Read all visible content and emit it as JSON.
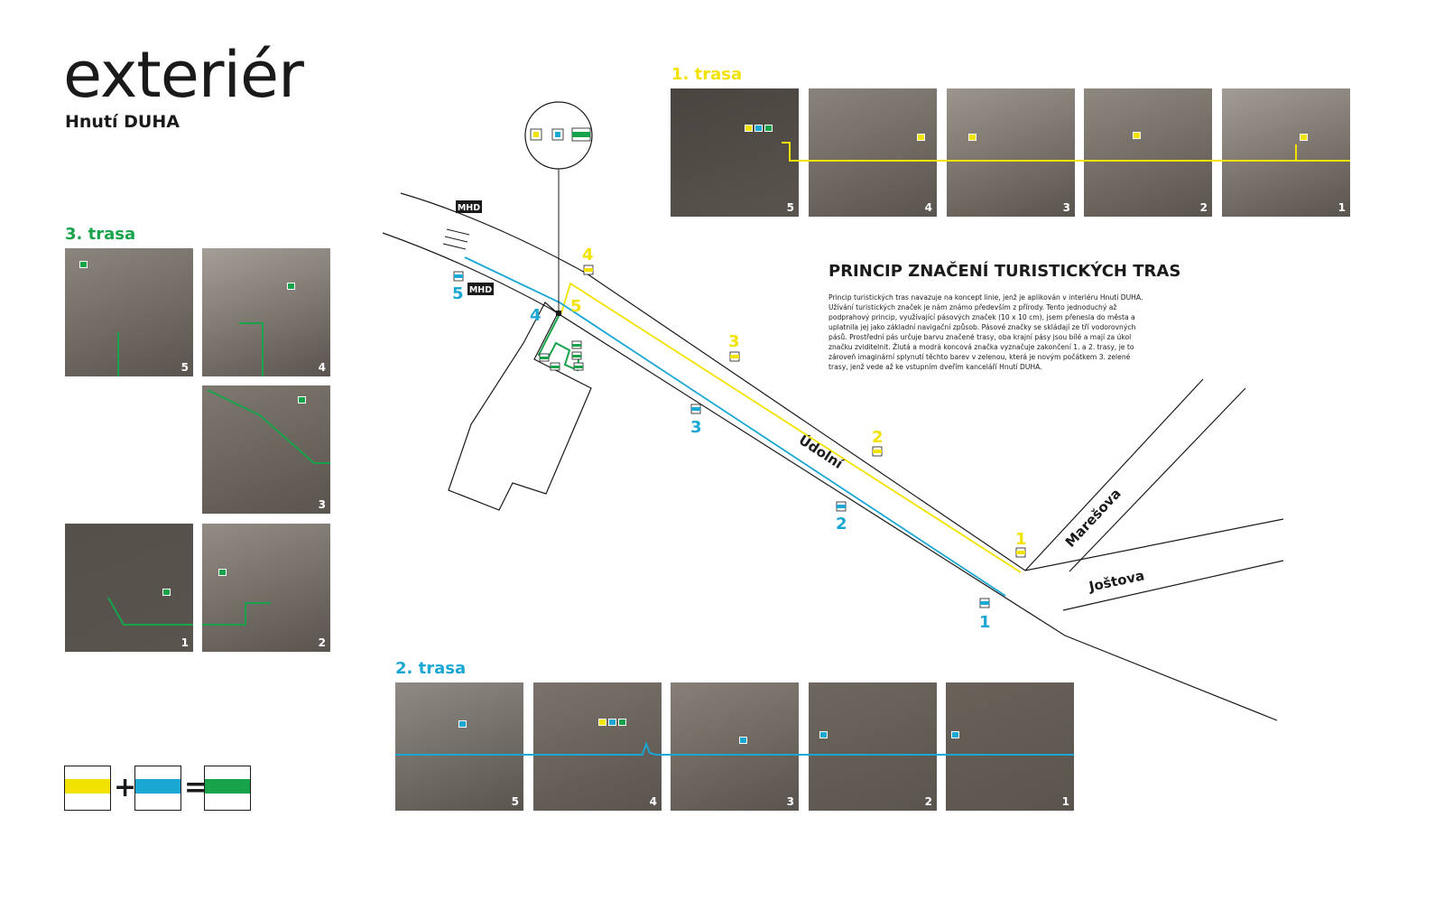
{
  "title": "exteriér",
  "subtitle": "Hnutí DUHA",
  "colors": {
    "yellow": "#f2e200",
    "blue": "#1aa7d4",
    "green": "#16a34a",
    "dark": "#1a1a1a"
  },
  "routes": {
    "route1": {
      "title": "1. trasa",
      "photos": [
        {
          "number": "5",
          "tone": "#4a4440"
        },
        {
          "number": "4",
          "tone": "#8a837c"
        },
        {
          "number": "3",
          "tone": "#9c958d"
        },
        {
          "number": "2",
          "tone": "#8f8880"
        },
        {
          "number": "1",
          "tone": "#a39c95"
        }
      ]
    },
    "route2": {
      "title": "2. trasa",
      "photos": [
        {
          "number": "5",
          "tone": "#8f8a85"
        },
        {
          "number": "4",
          "tone": "#7a726b"
        },
        {
          "number": "3",
          "tone": "#877f77"
        },
        {
          "number": "2",
          "tone": "#6e675f"
        },
        {
          "number": "1",
          "tone": "#6a6259"
        }
      ]
    },
    "route3": {
      "title": "3. trasa",
      "photos": [
        {
          "number": "5",
          "tone": "#8c857e"
        },
        {
          "number": "4",
          "tone": "#a59e97"
        },
        {
          "number": "3",
          "tone": "#7f7870"
        },
        {
          "number": "1",
          "tone": "#555049"
        },
        {
          "number": "2",
          "tone": "#938c85"
        }
      ]
    }
  },
  "map": {
    "street_udolni": "Údolní",
    "street_maresova": "Marešova",
    "street_jostova": "Joštova",
    "mhd_label": "MHD",
    "yellow_stops": [
      "1",
      "2",
      "3",
      "4",
      "5"
    ],
    "blue_stops": [
      "1",
      "2",
      "3",
      "4",
      "5"
    ]
  },
  "principle": {
    "heading": "PRINCIP ZNAČENÍ TURISTICKÝCH TRAS",
    "text": "Princip turistických tras navazuje na koncept linie, jenž je aplikován v interiéru Hnutí DUHA. Užívání turistických značek je nám známo především z přírody. Tento jednoduchý až podprahový princip, využívající pásových značek (10 x 10 cm), jsem přenesla do města a uplatnila jej jako základní navigační způsob. Pásové značky se skládají ze tří vodorovných pásů. Prostřední pás určuje barvu značené trasy, oba krajní pásy jsou bílé a mají za úkol značku zviditelnit. Žlutá a modrá koncová značka vyznačuje zakončení 1. a 2. trasy, je to zároveň imaginární splynutí těchto barev v zelenou, která je novým počátkem 3. zelené trasy, jenž vede až ke vstupním dveřím kanceláří Hnutí DUHA."
  },
  "legend": {
    "plus": "+",
    "equals": "="
  }
}
